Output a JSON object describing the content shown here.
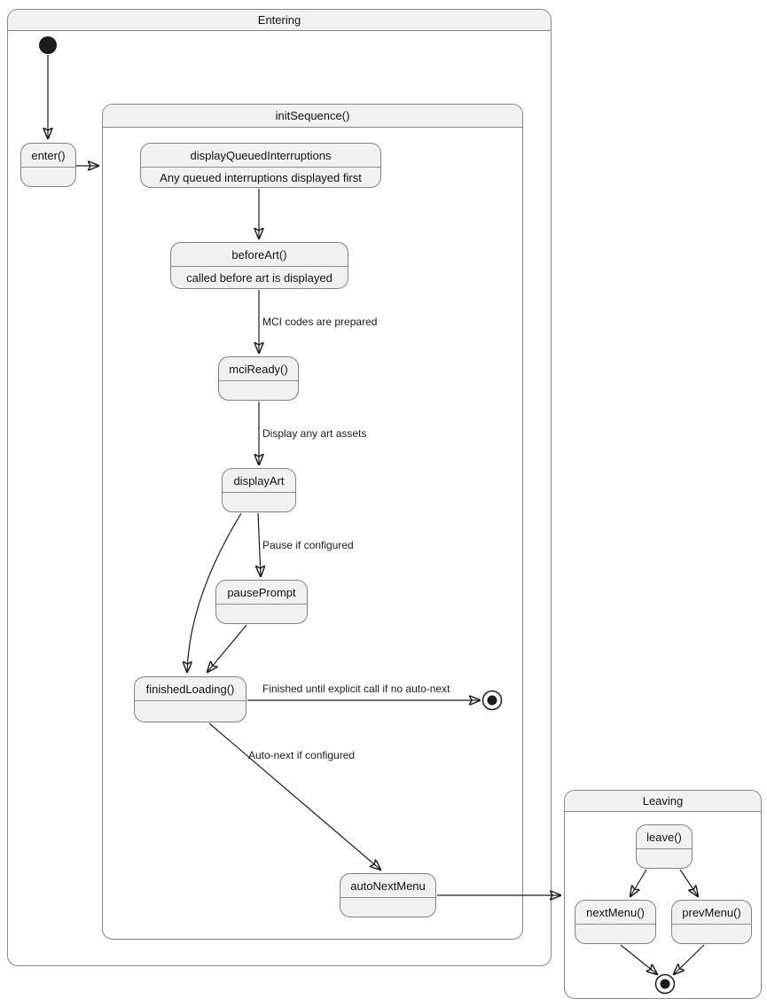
{
  "containers": {
    "entering": {
      "title": "Entering"
    },
    "init_sequence": {
      "title": "initSequence()"
    },
    "leaving": {
      "title": "Leaving"
    }
  },
  "states": {
    "enter": {
      "label": "enter()"
    },
    "display_queued_interruptions": {
      "label": "displayQueuedInterruptions",
      "description": "Any queued interruptions displayed first"
    },
    "before_art": {
      "label": "beforeArt()",
      "description": "called before art is displayed"
    },
    "mci_ready": {
      "label": "mciReady()"
    },
    "display_art": {
      "label": "displayArt"
    },
    "pause_prompt": {
      "label": "pausePrompt"
    },
    "finished_loading": {
      "label": "finishedLoading()"
    },
    "auto_next_menu": {
      "label": "autoNextMenu"
    },
    "leave": {
      "label": "leave()"
    },
    "next_menu": {
      "label": "nextMenu()"
    },
    "prev_menu": {
      "label": "prevMenu()"
    }
  },
  "transition_labels": {
    "mci_codes_prepared": "MCI codes are prepared",
    "display_art_assets": "Display any art assets",
    "pause_if_configured": "Pause if configured",
    "finished_until_explicit": "Finished until explicit call if no auto-next",
    "auto_next_if_configured": "Auto-next if configured"
  },
  "colors": {
    "state_fill": "#f1f1f1",
    "border_gray": "#828282",
    "edge_black": "#1c1c1c",
    "text": "#121212",
    "background": "#ffffff"
  }
}
